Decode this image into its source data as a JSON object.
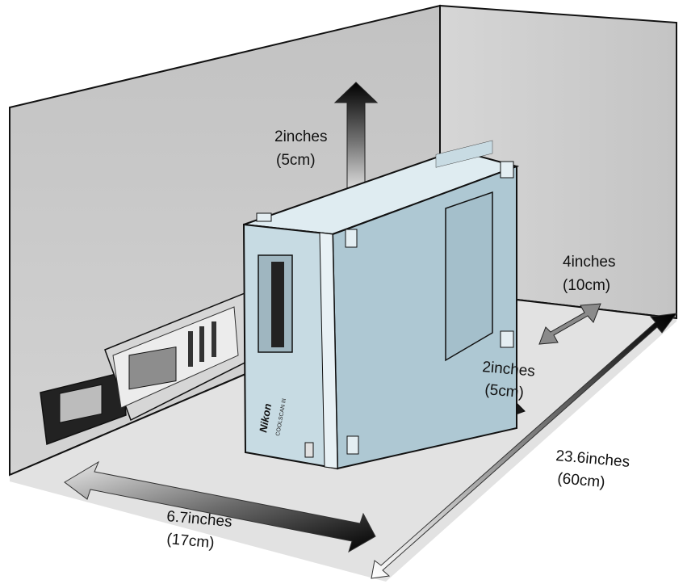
{
  "labels": {
    "top_clearance": {
      "value": "2inches",
      "metric": "(5cm)"
    },
    "side_clearance": {
      "value": "4inches",
      "metric": "(10cm)"
    },
    "front_clearance": {
      "value": "2inches",
      "metric": "(5cm)"
    },
    "depth": {
      "value": "23.6inches",
      "metric": "(60cm)"
    },
    "width": {
      "value": "6.7inches",
      "metric": "(17cm)"
    }
  },
  "device": {
    "brand": "Nikon",
    "model": "COOLSCAN III"
  },
  "colors": {
    "wall": "#c9c9c9",
    "floor": "#e1e1e1",
    "device_body": "#aec8d3",
    "device_top": "#dfecf1",
    "device_front": "#c7dbe3",
    "arrow_dark": "#111111"
  }
}
